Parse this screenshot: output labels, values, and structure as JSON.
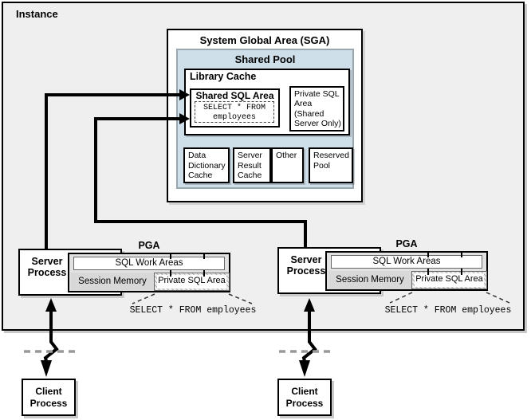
{
  "colors": {
    "instance_bg": "#efefef",
    "shared_pool_bg": "#cfdfea",
    "shared_pool_border": "#9aa7ae",
    "pga_bg": "#e2e2e2",
    "session_memory_bg": "#d8d8d8",
    "box_border": "#000000",
    "arrow": "#000000",
    "network_dash": "#999999"
  },
  "instance": {
    "label": "Instance"
  },
  "sga": {
    "title": "System Global Area (SGA)",
    "shared_pool": {
      "title": "Shared Pool",
      "library_cache": {
        "title": "Library Cache",
        "shared_sql_area": {
          "title": "Shared SQL Area",
          "query_line1": "SELECT * FROM",
          "query_line2": "employees"
        },
        "private_sql_area_label": "Private SQL Area (Shared Server Only)"
      },
      "cache_boxes": [
        "Data Dictionary Cache",
        "Server Result Cache",
        "Other",
        "Reserved Pool"
      ]
    }
  },
  "left": {
    "server_process_label": "Server Process",
    "pga": {
      "title": "PGA",
      "sql_work_areas": "SQL Work Areas",
      "session_memory": "Session Memory",
      "private_sql_area": "Private SQL Area"
    },
    "query_text": "SELECT * FROM employees",
    "client_process_label": "Client Process"
  },
  "right": {
    "server_process_label": "Server Process",
    "pga": {
      "title": "PGA",
      "sql_work_areas": "SQL Work Areas",
      "session_memory": "Session Memory",
      "private_sql_area": "Private SQL Area"
    },
    "query_text": "SELECT * FROM employees",
    "client_process_label": "Client Process"
  }
}
